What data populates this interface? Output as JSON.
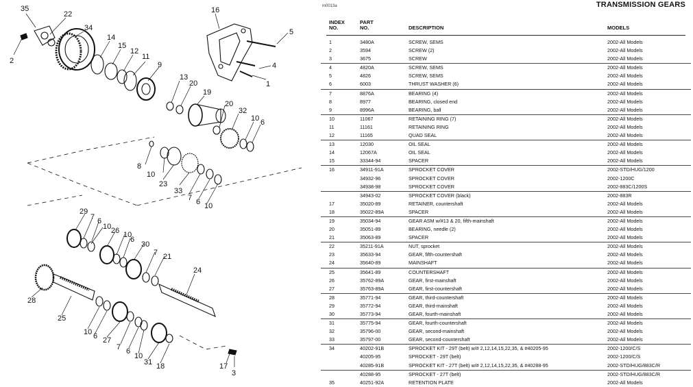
{
  "document": {
    "doc_id": "m0013a",
    "title": "TRANSMISSION GEARS"
  },
  "table": {
    "headers": {
      "index": "INDEX NO.",
      "part": "PART NO.",
      "description": "DESCRIPTION",
      "models": "MODELS"
    },
    "rows": [
      {
        "index": "1",
        "part": "3480A",
        "description": "SCREW, SEMS",
        "models": "2002-All Models",
        "sep": false
      },
      {
        "index": "2",
        "part": "3594",
        "description": "SCREW (2)",
        "models": "2002-All Models",
        "sep": false
      },
      {
        "index": "3",
        "part": "3675",
        "description": "SCREW",
        "models": "2002-All Models",
        "sep": false
      },
      {
        "index": "4",
        "part": "4820A",
        "description": "SCREW, SEMS",
        "models": "2002-All Models",
        "sep": true
      },
      {
        "index": "5",
        "part": "4826",
        "description": "SCREW, SEMS",
        "models": "2002-All Models",
        "sep": false
      },
      {
        "index": "6",
        "part": "6003",
        "description": "THRUST WASHER (6)",
        "models": "2002-All Models",
        "sep": false
      },
      {
        "index": "7",
        "part": "8876A",
        "description": "BEARING (4)",
        "models": "2002-All Models",
        "sep": true
      },
      {
        "index": "8",
        "part": "8977",
        "description": "BEARING, closed end",
        "models": "2002-All Models",
        "sep": false
      },
      {
        "index": "9",
        "part": "8996A",
        "description": "BEARING, ball",
        "models": "2002-All Models",
        "sep": false
      },
      {
        "index": "10",
        "part": "11067",
        "description": "RETAINING RING (7)",
        "models": "2002-All Models",
        "sep": true
      },
      {
        "index": "11",
        "part": "11161",
        "description": "RETAINING RING",
        "models": "2002-All Models",
        "sep": false
      },
      {
        "index": "12",
        "part": "11165",
        "description": "QUAD SEAL",
        "models": "2002-All Models",
        "sep": false
      },
      {
        "index": "13",
        "part": "12030",
        "description": "OIL SEAL",
        "models": "2002-All Models",
        "sep": true
      },
      {
        "index": "14",
        "part": "12067A",
        "description": "OIL SEAL",
        "models": "2002-All Models",
        "sep": false
      },
      {
        "index": "15",
        "part": "33344-94",
        "description": "SPACER",
        "models": "2002-All Models",
        "sep": false
      },
      {
        "index": "16",
        "part": "34911-91A",
        "description": "SPROCKET COVER",
        "models": "2002-STD/HUG/1200",
        "sep": true
      },
      {
        "index": "",
        "part": "34932-96",
        "description": "SPROCKET COVER",
        "models": "2002-1200C",
        "sep": false
      },
      {
        "index": "",
        "part": "34938-98",
        "description": "SPROCKET COVER",
        "models": "2002-883C/1200S",
        "sep": false
      },
      {
        "index": "",
        "part": "34943-02",
        "description": "SPROCKET COVER (black)",
        "models": "2002-883R",
        "sep": true
      },
      {
        "index": "17",
        "part": "35020-89",
        "description": "RETAINER, countershaft",
        "models": "2002-All Models",
        "sep": false
      },
      {
        "index": "18",
        "part": "35022-89A",
        "description": "SPACER",
        "models": "2002-All Models",
        "sep": false
      },
      {
        "index": "19",
        "part": "35034-94",
        "description": "GEAR ASM w/#13 & 20, fifth-mainshaft",
        "models": "2002-All Models",
        "sep": true
      },
      {
        "index": "20",
        "part": "35051-89",
        "description": "BEARING, needle (2)",
        "models": "2002-All Models",
        "sep": false
      },
      {
        "index": "21",
        "part": "35063-89",
        "description": "SPACER",
        "models": "2002-All Models",
        "sep": false
      },
      {
        "index": "22",
        "part": "35211-91A",
        "description": "NUT, sprocket",
        "models": "2002-All Models",
        "sep": true
      },
      {
        "index": "23",
        "part": "35633-94",
        "description": "GEAR, fifth-countershaft",
        "models": "2002-All Models",
        "sep": false
      },
      {
        "index": "24",
        "part": "35640-89",
        "description": "MAINSHAFT",
        "models": "2002-All Models",
        "sep": false
      },
      {
        "index": "25",
        "part": "35641-89",
        "description": "COUNTERSHAFT",
        "models": "2002-All Models",
        "sep": true
      },
      {
        "index": "26",
        "part": "35762-89A",
        "description": "GEAR, first-mainshaft",
        "models": "2002-All Models",
        "sep": false
      },
      {
        "index": "27",
        "part": "35763-89A",
        "description": "GEAR, first-countershaft",
        "models": "2002-All Models",
        "sep": false
      },
      {
        "index": "28",
        "part": "35771-94",
        "description": "GEAR, third-countershaft",
        "models": "2002-All Models",
        "sep": true
      },
      {
        "index": "29",
        "part": "35772-94",
        "description": "GEAR, third-mainshaft",
        "models": "2002-All Models",
        "sep": false
      },
      {
        "index": "30",
        "part": "35773-94",
        "description": "GEAR, fourth-mainshaft",
        "models": "2002-All Models",
        "sep": false
      },
      {
        "index": "31",
        "part": "35775-94",
        "description": "GEAR, fourth-countershaft",
        "models": "2002-All Models",
        "sep": true
      },
      {
        "index": "32",
        "part": "35796-00",
        "description": "GEAR, second-mainshaft",
        "models": "2002-All Models",
        "sep": false
      },
      {
        "index": "33",
        "part": "35797-00",
        "description": "GEAR, second-countershaft",
        "models": "2002-All Models",
        "sep": false
      },
      {
        "index": "34",
        "part": "40202-91B",
        "description": "SPROCKET KIT - 29T (belt) w/# 2,12,14,15,22,35, & #40205-95",
        "models": "2002-1200/C/S",
        "sep": true
      },
      {
        "index": "",
        "part": "40205-95",
        "description": "SPROCKET - 29T (belt)",
        "models": "2002-1200/C/S",
        "sep": false
      },
      {
        "index": "",
        "part": "40285-91B",
        "description": "SPROCKET KIT - 27T (belt) w/# 2,12,14,15,22,35, & #40288-95",
        "models": "2002-STD/HUG/883C/R",
        "sep": false
      },
      {
        "index": "",
        "part": "40288-95",
        "description": "SPROCKET - 27T (belt)",
        "models": "2002-STD/HUG/883C/R",
        "sep": true
      },
      {
        "index": "35",
        "part": "40251-92A",
        "description": "RETENTION PLATE",
        "models": "2002-All Models",
        "sep": false
      }
    ]
  },
  "diagram": {
    "callouts": [
      {
        "label": "35"
      },
      {
        "label": "22"
      },
      {
        "label": "2"
      },
      {
        "label": "34"
      },
      {
        "label": "14"
      },
      {
        "label": "15"
      },
      {
        "label": "12"
      },
      {
        "label": "11"
      },
      {
        "label": "9"
      },
      {
        "label": "16"
      },
      {
        "label": "5"
      },
      {
        "label": "4"
      },
      {
        "label": "1"
      },
      {
        "label": "13"
      },
      {
        "label": "20"
      },
      {
        "label": "19"
      },
      {
        "label": "20"
      },
      {
        "label": "32"
      },
      {
        "label": "10"
      },
      {
        "label": "6"
      },
      {
        "label": "8"
      },
      {
        "label": "10"
      },
      {
        "label": "23"
      },
      {
        "label": "33"
      },
      {
        "label": "7"
      },
      {
        "label": "6"
      },
      {
        "label": "10"
      },
      {
        "label": "29"
      },
      {
        "label": "7"
      },
      {
        "label": "6"
      },
      {
        "label": "10"
      },
      {
        "label": "26"
      },
      {
        "label": "10"
      },
      {
        "label": "6"
      },
      {
        "label": "30"
      },
      {
        "label": "7"
      },
      {
        "label": "21"
      },
      {
        "label": "24"
      },
      {
        "label": "28"
      },
      {
        "label": "25"
      },
      {
        "label": "10"
      },
      {
        "label": "6"
      },
      {
        "label": "27"
      },
      {
        "label": "7"
      },
      {
        "label": "6"
      },
      {
        "label": "10"
      },
      {
        "label": "31"
      },
      {
        "label": "18"
      },
      {
        "label": "17"
      },
      {
        "label": "3"
      }
    ]
  }
}
